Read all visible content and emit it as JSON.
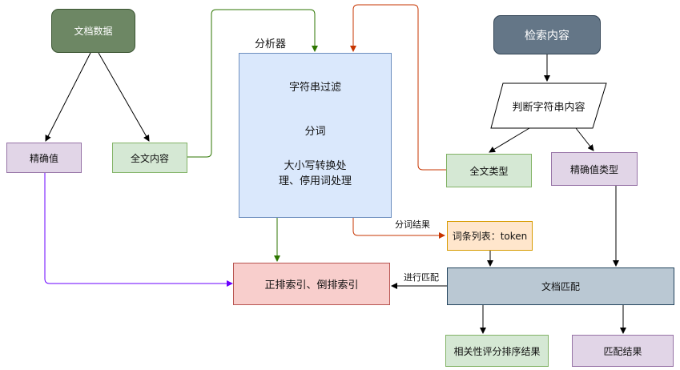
{
  "nodes": {
    "doc_data": "文档数据",
    "exact_value": "精确值",
    "full_text": "全文内容",
    "analyzer_title": "分析器",
    "analyzer_step1": "字符串过滤",
    "analyzer_step2": "分词",
    "analyzer_step3_line1": "大小写转换处",
    "analyzer_step3_line2": "理、停用词处理",
    "index": "正排索引、倒排索引",
    "search_content": "检索内容",
    "judge": "判断字符串内容",
    "full_text_type": "全文类型",
    "exact_type": "精确值类型",
    "token_list": "词条列表：token",
    "doc_match": "文档匹配",
    "relevance_result": "相关性评分排序结果",
    "match_result": "匹配结果"
  },
  "edge_labels": {
    "tokenize_result": "分词结果",
    "do_match": "进行匹配"
  },
  "colors": {
    "doc_data_fill": "#6d8764",
    "search_fill": "#647687",
    "analyzer_fill": "#dae8fc",
    "purple_fill": "#e1d5e7",
    "green_fill": "#d5e8d4",
    "red_fill": "#f8cecc",
    "orange_fill": "#ffe6cc",
    "slate_fill": "#bac8d3",
    "green_line": "#2d7600",
    "orange_line": "#c73500",
    "purple_line": "#6a00ff"
  }
}
